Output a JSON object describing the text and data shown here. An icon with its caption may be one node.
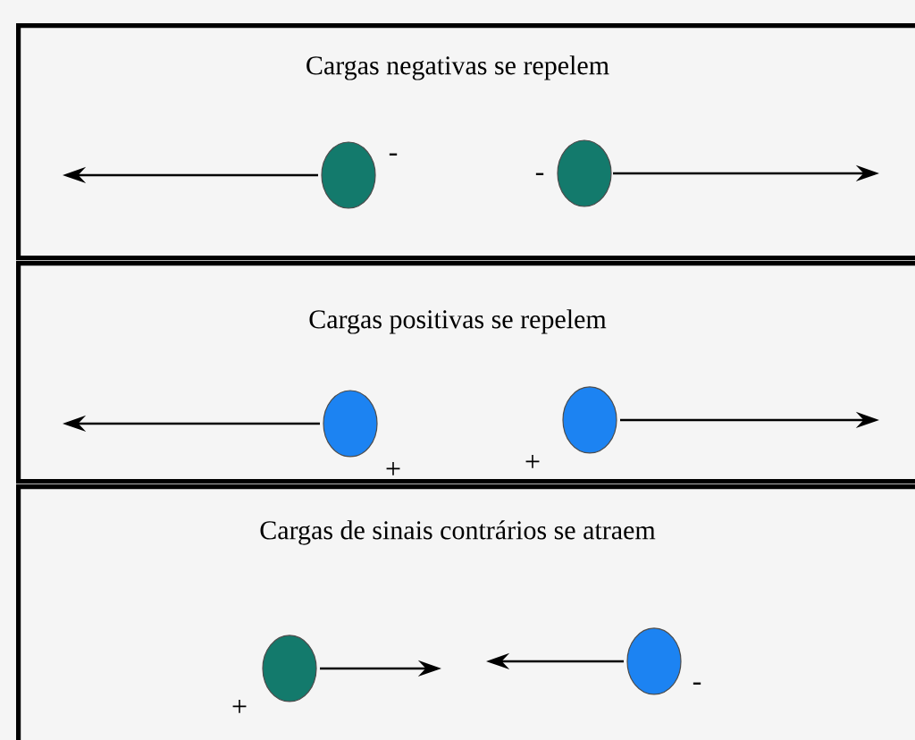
{
  "diagram": {
    "nodes": [
      {
        "text": [
          "Cargas negativas se repelem"
        ]
      },
      {
        "text": [],
        "shape": "circle",
        "in": 0,
        "beside": [
          "-"
        ]
      },
      {
        "text": [],
        "shape": "circle",
        "in": 0,
        "beside": [
          "-"
        ]
      },
      {
        "text": [
          "Cargas positivas se repelem"
        ]
      },
      {
        "text": [],
        "shape": "circle",
        "in": 3,
        "beside": [
          "+"
        ]
      },
      {
        "text": [],
        "shape": "circle",
        "in": 3,
        "beside": [
          "+"
        ]
      },
      {
        "text": [
          "Cargas de sinais contrários se atraem"
        ]
      },
      {
        "text": [],
        "shape": "circle",
        "in": 6,
        "beside": [
          "+"
        ]
      },
      {
        "text": [],
        "shape": "circle",
        "in": 6,
        "beside": [
          "-"
        ]
      }
    ]
  }
}
